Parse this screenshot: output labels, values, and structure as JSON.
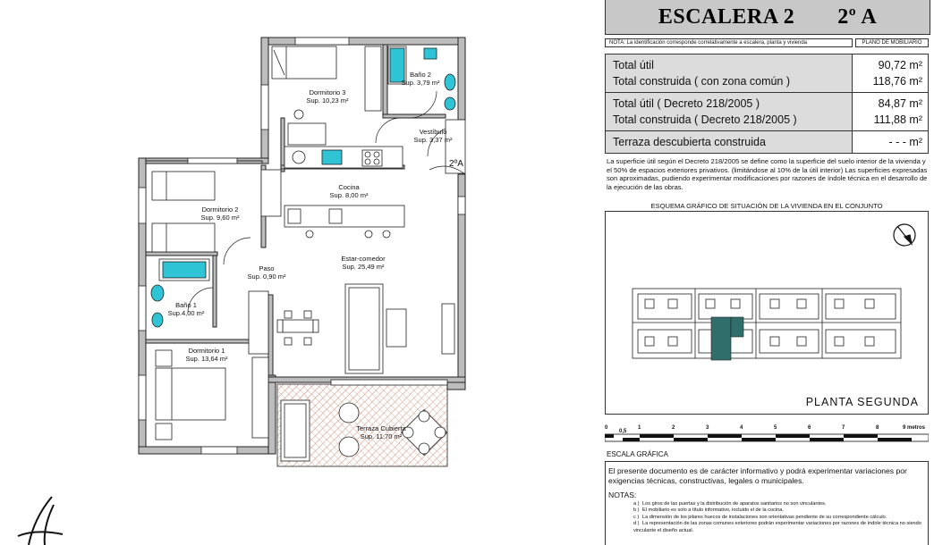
{
  "header": {
    "escalera": "ESCALERA 2",
    "piso": "2º A"
  },
  "noteline": {
    "nota": "NOTA: La identificación corresponde correlativamente a escalera, planta y vivienda",
    "plano": "PLANO DE MOBILIARIO"
  },
  "surfaces": [
    {
      "label": "Total útil",
      "value": "90,72 m²"
    },
    {
      "label": "Total construida   ( con zona común )",
      "value": "118,76 m²"
    },
    {
      "label": "Total útil   ( Decreto 218/2005 )",
      "value": "84,87 m²"
    },
    {
      "label": "Total construida   ( Decreto 218/2005 )",
      "value": "111,88 m²"
    },
    {
      "label": "Terraza descubierta construida",
      "value": "- - - m²"
    }
  ],
  "disclaimer": "La superficie útil según el Decreto 218/2005 se define como la superficie del suelo interior de la vivienda y el 50% de espacios exteriores privativos.  (limitándose al 10% de la útil interior) Las superficies expresadas son aproximadas, pudiendo experimentar modificaciones por razones de índole técnica en el desarrollo de la ejecución de las obras.",
  "esquema_title": "ESQUEMA GRÁFICO DE SITUACIÓN DE LA VIVIENDA EN EL CONJUNTO",
  "planta": "PLANTA   SEGUNDA",
  "scale": {
    "ticks": [
      "0",
      "0,5",
      "1",
      "2",
      "3",
      "4",
      "5",
      "6",
      "7",
      "8",
      "9 metros"
    ]
  },
  "escala_label": "ESCALA GRÁFICA",
  "info": "El presente documento es de carácter informativo y podrá experimentar variaciones por exigencias técnicas, constructivas, legales o municipales.",
  "notas_title": "NOTAS:",
  "notas": [
    {
      "k": "a )",
      "t": "Los giros de las puertas y la distribución de aparatos sanitarios no son vinculantes."
    },
    {
      "k": "b )",
      "t": "El mobiliario es solo a título informativo, incluido el de la cocina."
    },
    {
      "k": "c )",
      "t": "La dimensión de los pilares huecos de instalaciones son orientativas pendiente de su correspondiente cálculo."
    },
    {
      "k": "d )",
      "t": "La representación de las zonas comunes exteriores podrán experimentar variaciones por razones de índole técnica no siendo vinculante el diseño actual."
    }
  ],
  "rooms": {
    "dormitorio3": {
      "name": "Dormitorio 3",
      "sup": "Sup. 10,23 m²"
    },
    "bano2": {
      "name": "Baño 2",
      "sup": "Sup. 3,79 m²"
    },
    "vestibulo": {
      "name": "Vestíbulo",
      "sup": "Sup. 3,37 m²"
    },
    "unit": "2ºA",
    "cocina": {
      "name": "Cocina",
      "sup": "Sup. 8,00 m²"
    },
    "dormitorio2": {
      "name": "Dormitorio 2",
      "sup": "Sup. 9,60 m²"
    },
    "estar": {
      "name": "Estar-comedor",
      "sup": "Sup. 25,49 m²"
    },
    "paso": {
      "name": "Paso",
      "sup": "Sup. 0,90 m²"
    },
    "bano1": {
      "name": "Baño 1",
      "sup": "Sup.4,00 m²"
    },
    "dormitorio1": {
      "name": "Dormitorio 1",
      "sup": "Sup. 13,64 m²"
    },
    "terraza": {
      "name": "Terraza Cubierta",
      "sup": "Sup. 11,70 m²"
    }
  },
  "colors": {
    "fixture_cyan": "#2ec4d6",
    "highlight_teal": "#2f6e6b",
    "panel_grey": "#c8c8c8",
    "terrace_hatch": "#c98a70"
  }
}
